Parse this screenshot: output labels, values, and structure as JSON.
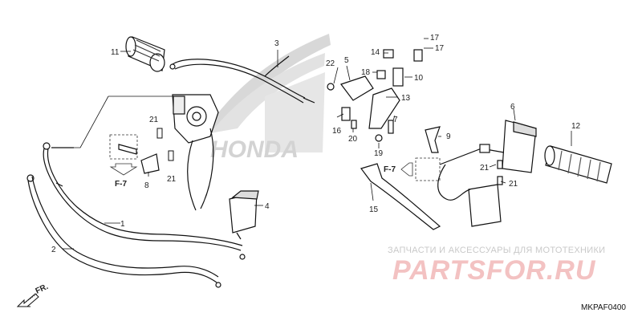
{
  "brand_watermark": "HONDA",
  "callouts": {
    "c1": "1",
    "c2": "2",
    "c3": "3",
    "c4": "4",
    "c5": "5",
    "c6": "6",
    "c7": "7",
    "c8": "8",
    "c9": "9",
    "c10": "10",
    "c11": "11",
    "c12": "12",
    "c13": "13",
    "c14": "14",
    "c15": "15",
    "c16": "16",
    "c17a": "17",
    "c17b": "17",
    "c18": "18",
    "c19": "19",
    "c20": "20",
    "c21a": "21",
    "c21b": "21",
    "c21c": "21",
    "c21d": "21",
    "c22": "22"
  },
  "refs": {
    "left": "F-7",
    "right": "F-7"
  },
  "front_arrow": "FR.",
  "watermark": {
    "subtitle": "ЗАПЧАСТИ И АКСЕССУАРЫ ДЛЯ МОТОТЕХНИКИ",
    "site": "PARTSFOR.RU"
  },
  "diagram_code": "MKPAF0400"
}
